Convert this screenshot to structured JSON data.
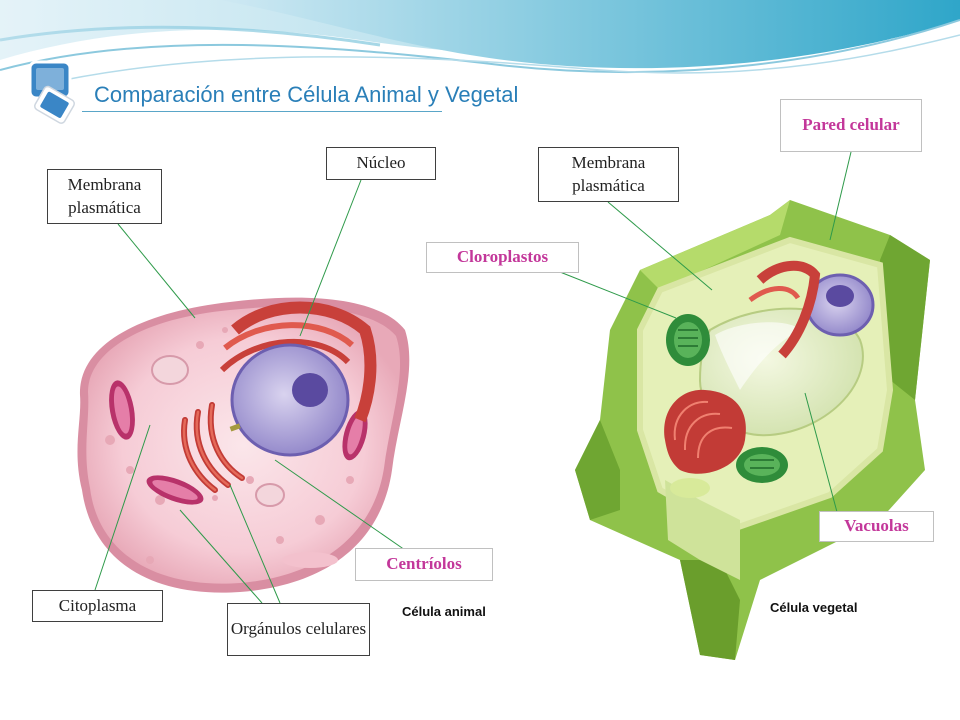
{
  "slide": {
    "title": "Comparación entre Célula Animal y Vegetal",
    "icon": "slide-bullet-icon",
    "accent_color": "#2a7fb8",
    "highlight_color": "#c3379a"
  },
  "animal_cell": {
    "caption": "Célula animal",
    "labels": {
      "membrana": "Membrana plasmática",
      "nucleo": "Núcleo",
      "citoplasma": "Citoplasma",
      "organulos": "Orgánulos celulares",
      "centriolos": "Centríolos"
    }
  },
  "plant_cell": {
    "caption": "Célula vegetal",
    "labels": {
      "pared": "Pared celular",
      "membrana": "Membrana plasmática",
      "cloroplastos": "Cloroplastos",
      "vacuolas": "Vacuolas"
    }
  }
}
